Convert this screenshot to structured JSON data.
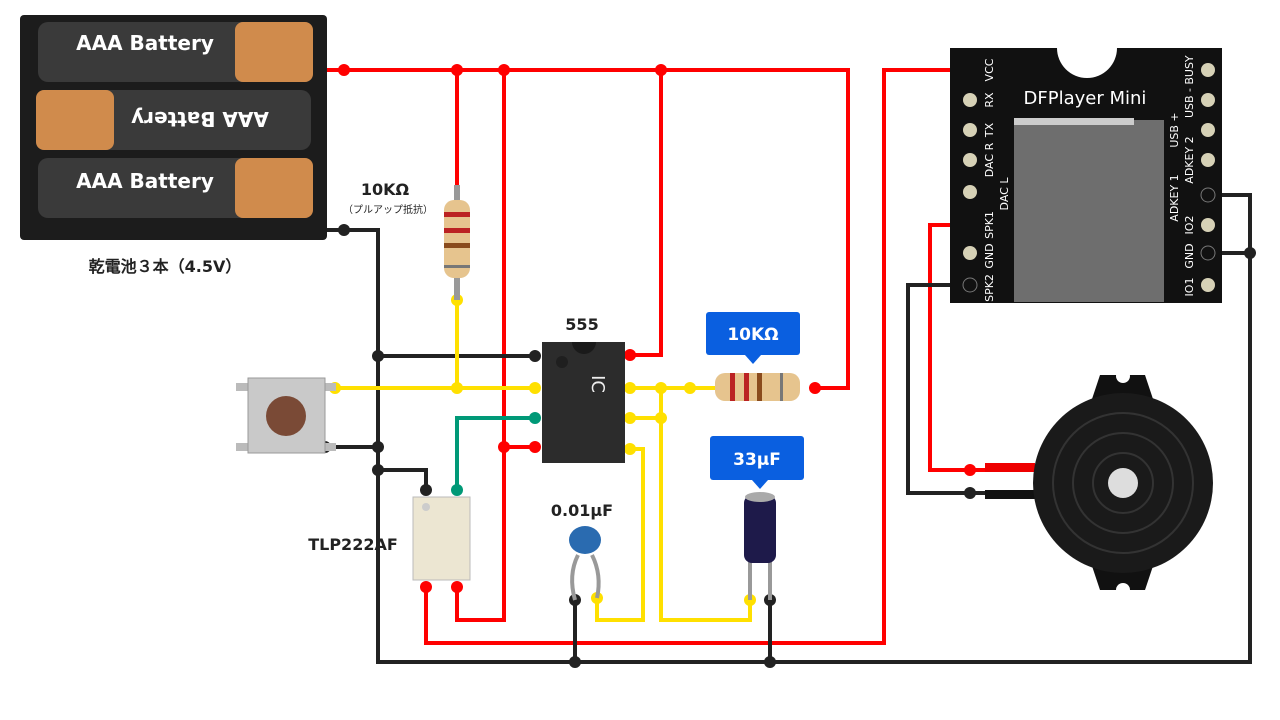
{
  "battery": {
    "cell_label": "AAA Battery",
    "caption": "乾電池３本（4.5V）"
  },
  "pullup_resistor": {
    "value": "10KΩ",
    "note": "（プルアップ抵抗）"
  },
  "timer_ic": {
    "label": "555",
    "marking": "IC"
  },
  "resistor2": {
    "value": "10KΩ"
  },
  "capacitor_ceramic": {
    "value": "0.01μF"
  },
  "capacitor_electrolytic": {
    "value": "33μF"
  },
  "optocoupler": {
    "label": "TLP222AF"
  },
  "dfplayer": {
    "title": "DFPlayer Mini",
    "left_pins": [
      "VCC",
      "RX",
      "TX",
      "DAC R",
      "DAC L",
      "SPK1",
      "GND",
      "SPK2"
    ],
    "right_pins": [
      "BUSY",
      "USB -",
      "USB +",
      "ADKEY 2",
      "ADKEY 1",
      "IO2",
      "GND",
      "IO1"
    ]
  },
  "colors": {
    "power": "#ff0000",
    "ground": "#222222",
    "signal": "#ffe000",
    "trigger": "#009977",
    "callout": "#0a5fe0"
  }
}
